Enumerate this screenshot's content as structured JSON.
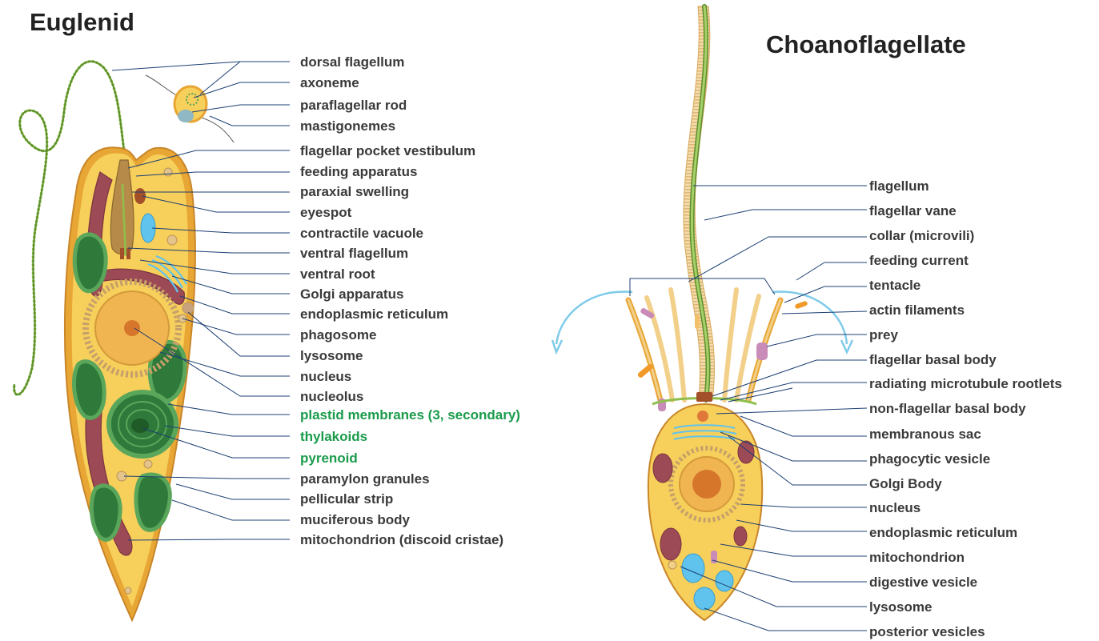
{
  "titles": {
    "left": "Euglenid",
    "right": "Choanoflagellate"
  },
  "colors": {
    "cytoplasm": "#f7cf5b",
    "membrane": "#e8a634",
    "chloroplast": "#2f7a3a",
    "chloroplast_light": "#5aa65b",
    "mitochondrion": "#9c4a55",
    "nucleus": "#f0b450",
    "nucleolus": "#d6762b",
    "vacuole": "#5fc3ee",
    "flagellum": "#8fbf4a",
    "line": "#1c3f73",
    "green_label": "#1a9b4b"
  },
  "euglenid": {
    "labels": [
      {
        "text": "dorsal flagellum",
        "emph": false
      },
      {
        "text": "axoneme",
        "emph": false
      },
      {
        "text": "paraflagellar rod",
        "emph": false
      },
      {
        "text": "mastigonemes",
        "emph": false
      },
      {
        "text": "flagellar pocket vestibulum",
        "emph": false
      },
      {
        "text": "feeding apparatus",
        "emph": false
      },
      {
        "text": "paraxial swelling",
        "emph": false
      },
      {
        "text": "eyespot",
        "emph": false
      },
      {
        "text": "contractile vacuole",
        "emph": false
      },
      {
        "text": "ventral flagellum",
        "emph": false
      },
      {
        "text": "ventral root",
        "emph": false
      },
      {
        "text": "Golgi apparatus",
        "emph": false
      },
      {
        "text": "endoplasmic reticulum",
        "emph": false
      },
      {
        "text": "phagosome",
        "emph": false
      },
      {
        "text": "lysosome",
        "emph": false
      },
      {
        "text": "nucleus",
        "emph": false
      },
      {
        "text": "nucleolus",
        "emph": false
      },
      {
        "text": "plastid membranes (3, secondary)",
        "emph": true
      },
      {
        "text": "thylakoids",
        "emph": true
      },
      {
        "text": "pyrenoid",
        "emph": true
      },
      {
        "text": "paramylon granules",
        "emph": false
      },
      {
        "text": "pellicular strip",
        "emph": false
      },
      {
        "text": "muciferous body",
        "emph": false
      },
      {
        "text": "mitochondrion (discoid cristae)",
        "emph": false
      }
    ]
  },
  "choanoflagellate": {
    "labels": [
      {
        "text": "flagellum"
      },
      {
        "text": "flagellar vane"
      },
      {
        "text": "collar (microvili)"
      },
      {
        "text": "feeding current"
      },
      {
        "text": "tentacle"
      },
      {
        "text": "actin filaments"
      },
      {
        "text": "prey"
      },
      {
        "text": "flagellar basal body"
      },
      {
        "text": "radiating microtubule rootlets"
      },
      {
        "text": "non-flagellar basal body"
      },
      {
        "text": "membranous sac"
      },
      {
        "text": "phagocytic vesicle"
      },
      {
        "text": "Golgi Body"
      },
      {
        "text": "nucleus"
      },
      {
        "text": "endoplasmic reticulum"
      },
      {
        "text": "mitochondrion"
      },
      {
        "text": "digestive vesicle"
      },
      {
        "text": "lysosome"
      },
      {
        "text": "posterior vesicles"
      }
    ]
  }
}
